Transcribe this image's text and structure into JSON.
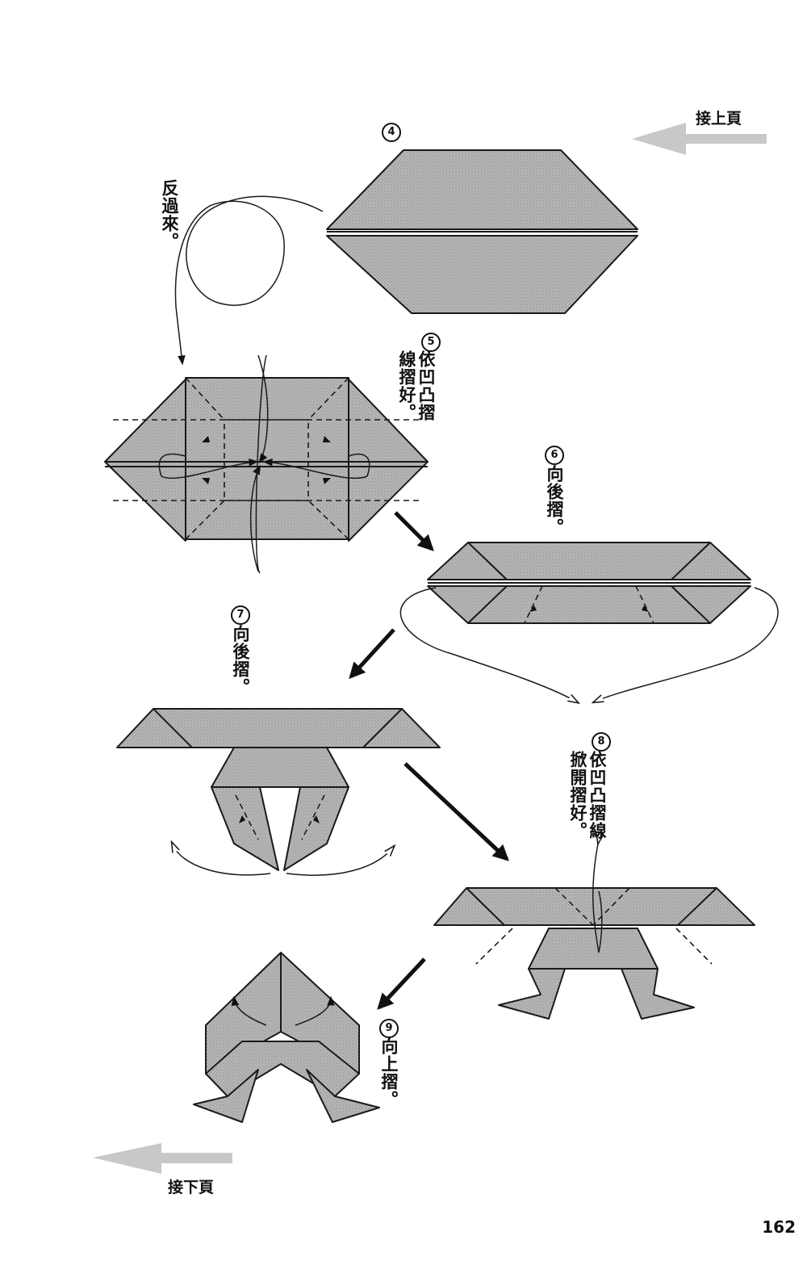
{
  "nav": {
    "prev_label": "接上頁",
    "next_label": "接下頁"
  },
  "steps": [
    {
      "number": "4",
      "text": ""
    },
    {
      "number": "",
      "text": "反過來。"
    },
    {
      "number": "5",
      "text": "依凹凸摺線摺好。"
    },
    {
      "number": "6",
      "text": "向後摺。"
    },
    {
      "number": "7",
      "text": "向後摺。"
    },
    {
      "number": "8",
      "text": "依凹凸摺線掀開摺好。"
    },
    {
      "number": "9",
      "text": "向上摺。"
    }
  ],
  "page_number": "162",
  "colors": {
    "paper": "#b3b3b3",
    "line": "#1a1a1a",
    "nav_arrow": "#c8c8c8"
  }
}
